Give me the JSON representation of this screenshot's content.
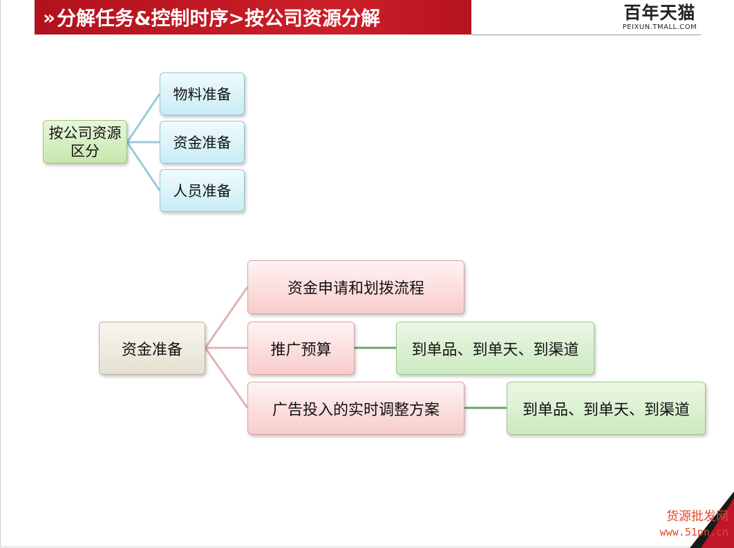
{
  "header": {
    "chevron": "»",
    "title": "分解任务&控制时序>按公司资源分解",
    "logo_cn": "百年天猫",
    "logo_en": "PEIXUN.TMALL.COM"
  },
  "diagram_top": {
    "root": "按公司资源\n区分",
    "children": [
      "物料准备",
      "资金准备",
      "人员准备"
    ]
  },
  "diagram_bottom": {
    "root": "资金准备",
    "children": [
      "资金申请和划拨流程",
      "推广预算",
      "广告投入的实时调整方案"
    ],
    "details": [
      "到单品、到单天、到渠道",
      "到单品、到单天、到渠道"
    ]
  },
  "watermark": {
    "line1": "货源批发网",
    "line2": "www.51pn.cn"
  },
  "colors": {
    "banner": "#c41a24",
    "connector_blue": "#9ccbd8",
    "connector_pink": "#e2b3b3",
    "connector_green": "#6aa661"
  }
}
